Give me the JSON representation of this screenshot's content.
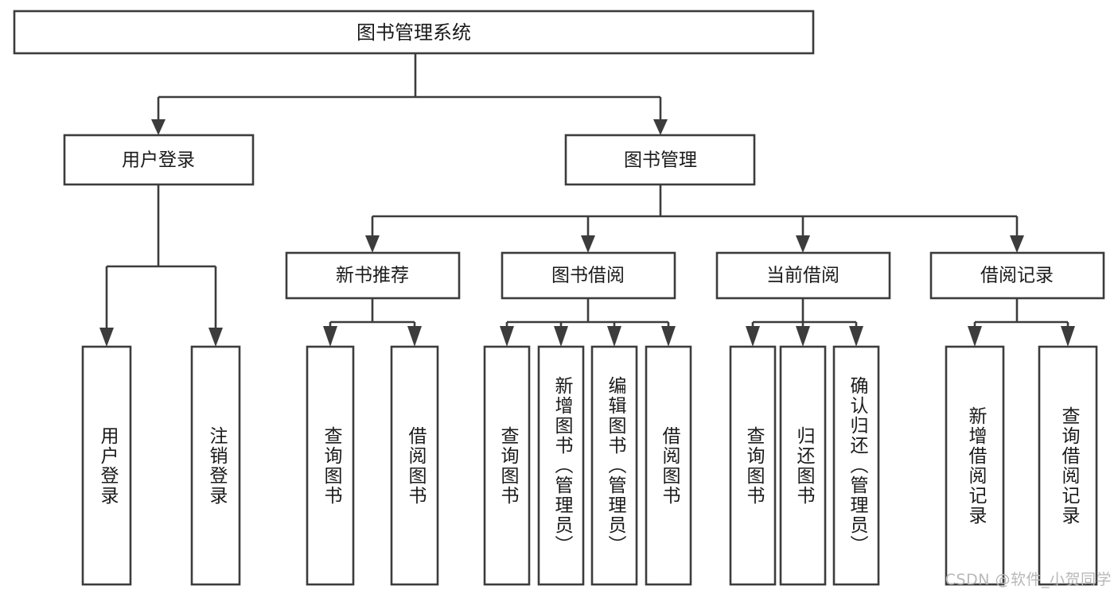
{
  "diagram": {
    "type": "tree-hierarchy",
    "title": "图书管理系统",
    "watermark": "CSDN @软件_小贺同学",
    "colors": {
      "stroke": "#3c3c3c",
      "fill": "#ffffff",
      "text": "#1a1a1a",
      "background": "#ffffff",
      "watermark": "#b8b8b8"
    },
    "root": {
      "label": "图书管理系统"
    },
    "level2": [
      {
        "label": "用户登录"
      },
      {
        "label": "图书管理"
      }
    ],
    "level3": [
      {
        "label": "新书推荐"
      },
      {
        "label": "图书借阅"
      },
      {
        "label": "当前借阅"
      },
      {
        "label": "借阅记录"
      }
    ],
    "leaves_user_login": [
      {
        "label": "用户登录"
      },
      {
        "label": "注销登录"
      }
    ],
    "leaves_new_book": [
      {
        "label": "查询图书"
      },
      {
        "label": "借阅图书"
      }
    ],
    "leaves_borrow": [
      {
        "label": "查询图书"
      },
      {
        "label": "新增图书（管理员）"
      },
      {
        "label": "编辑图书（管理员）"
      },
      {
        "label": "借阅图书"
      }
    ],
    "leaves_current": [
      {
        "label": "查询图书"
      },
      {
        "label": "归还图书"
      },
      {
        "label": "确认归还（管理员）"
      }
    ],
    "leaves_records": [
      {
        "label": "新增借阅记录"
      },
      {
        "label": "查询借阅记录"
      }
    ]
  }
}
